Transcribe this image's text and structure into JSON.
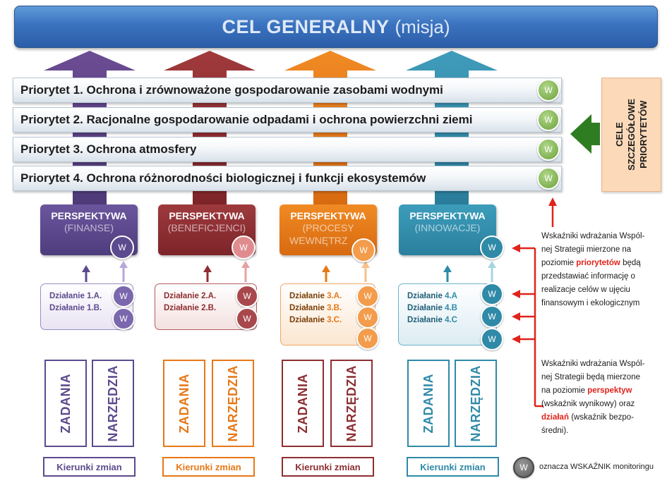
{
  "mission": {
    "bold": "CEL GENERALNY",
    "rest": "(misja)"
  },
  "priorities": [
    "Priorytet 1. Ochrona i zrównoważone gospodarowanie zasobami wodnymi",
    "Priorytet 2. Racjonalne gospodarowanie odpadami i ochrona powierzchni ziemi",
    "Priorytet 3. Ochrona atmosfery",
    "Priorytet 4. Ochrona różnorodności biologicznej i funkcji ekosystemów"
  ],
  "w_label": "W",
  "side_box": {
    "line1": "CELE",
    "line2": "SZCZEGÓŁOWE",
    "line3": "PRIORYTETÓW"
  },
  "perspectives": [
    {
      "title": "PERSPEKTYWA",
      "sub1": "(FINANSE)",
      "sub2": "",
      "color": "#5c4a8e"
    },
    {
      "title": "PERSPEKTYWA",
      "sub1": "(BENEFICJENCI)",
      "sub2": "",
      "color": "#8e2e32"
    },
    {
      "title": "PERSPEKTYWA",
      "sub1": "(PROCESY",
      "sub2": "WEWNĘTRZ",
      "color": "#e77817"
    },
    {
      "title": "PERSPEKTYWA",
      "sub1": "(INNOWACJE)",
      "sub2": "",
      "color": "#2f8aa8"
    }
  ],
  "actions": [
    {
      "prefix": "Działanie",
      "items": [
        "1.A.",
        "1.B."
      ]
    },
    {
      "prefix": "Działanie",
      "items": [
        "2.A.",
        "2.B."
      ]
    },
    {
      "prefix": "Działanie",
      "items": [
        "3.A.",
        "3.B.",
        "3.C."
      ]
    },
    {
      "prefix": "Działanie",
      "items": [
        "4.A",
        "4.B",
        "4.C"
      ]
    }
  ],
  "tasks_label": "ZADANIA",
  "tools_label": "NARZĘDZIA",
  "directions_label": "Kierunki zmian",
  "note1": {
    "a": "Wskaźniki wdrażania Wspól-",
    "b": "nej Strategii mierzone na",
    "c": "poziomie",
    "c_red": "priorytetów",
    "c2": "będą",
    "d": "przedstawiać informację o",
    "e": "realizacje celów w ujęciu",
    "f": "finansowym i ekologicznym"
  },
  "note2": {
    "a": "Wskaźniki wdrażania Wspól-",
    "b": "nej Strategii będą mierzone",
    "c": "na poziomie",
    "c_red": "perspektyw",
    "d": "(wskaźnik wynikowy) oraz",
    "e_red": "działań",
    "e": "(wskaźnik bezpo-",
    "f": "średni)."
  },
  "legend": "oznacza WSKAŹNIK monitoringu"
}
